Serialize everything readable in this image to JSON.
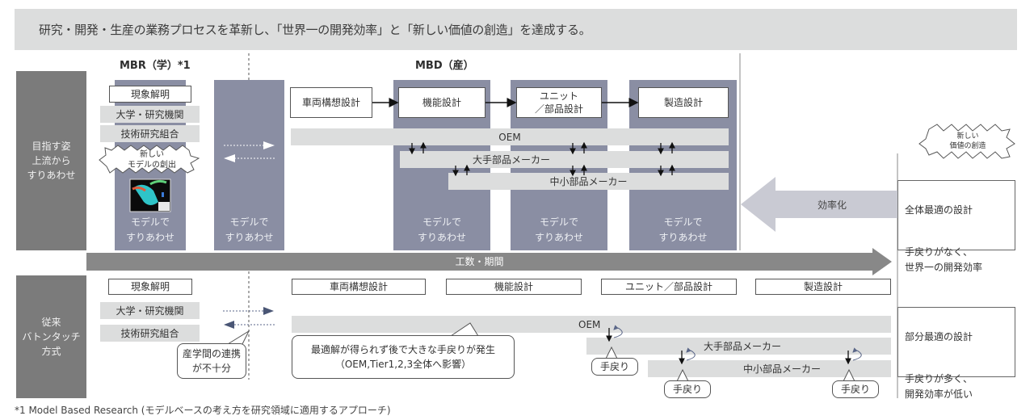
{
  "header": {
    "title": "研究・開発・生産の業務プロセスを革新し、「世界一の開発効率」と「新しい価値の創造」を達成する。"
  },
  "sections": {
    "mbr_title": "MBR（学）*1",
    "mbd_title": "MBD（産）"
  },
  "target_row": {
    "label": "目指す姿\n上流から\nすりあわせ",
    "mbr_steps": [
      "現象解明",
      "大学・研究機関",
      "技術研究組合"
    ],
    "new_model_burst": "新しい\nモデルの創出",
    "model_caption": "モデルで\nすりあわせ",
    "design_steps": [
      "車両構想設計",
      "機能設計",
      "ユニット\n／部品設計",
      "製造設計"
    ],
    "tiers": [
      "OEM",
      "大手部品メーカー",
      "中小部品メーカー"
    ],
    "efficiency_arrow": "効率化",
    "new_value_burst": "新しい\n価値の創造",
    "result_title": "全体最適の設計",
    "result_desc": "手戻りがなく、\n世界一の開発効率"
  },
  "timeline": {
    "label": "工数・期間"
  },
  "conventional_row": {
    "label": "従来\nバトンタッチ\n方式",
    "mbr_steps": [
      "現象解明",
      "大学・研究機関",
      "技術研究組合"
    ],
    "design_steps": [
      "車両構想設計",
      "機能設計",
      "ユニット／部品設計",
      "製造設計"
    ],
    "tiers": [
      "OEM",
      "大手部品メーカー",
      "中小部品メーカー"
    ],
    "callout_cooperation": "産学間の連携\nが不十分",
    "callout_rework": "最適解が得られず後で大きな手戻りが発生\n（OEM,Tier1,2,3全体へ影響）",
    "rework_label": "手戻り",
    "result_title": "部分最適の設計",
    "result_desc": "手戻りが多く、\n開発効率が低い"
  },
  "footnote": "*1 Model Based Research (モデルベースの考え方を研究領域に適用するアプローチ)",
  "colors": {
    "column": "#8a8ea3",
    "row_label": "#7b7b7b",
    "band": "#dcdddd",
    "arrow_light": "#c9cad3",
    "timeline": "#888888"
  }
}
